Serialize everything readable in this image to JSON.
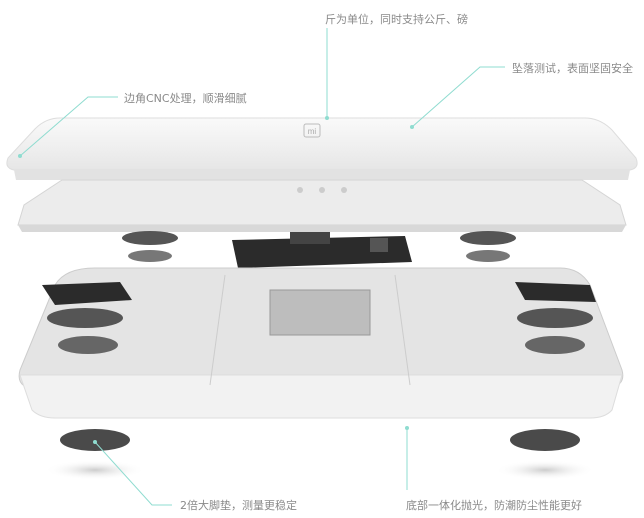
{
  "callouts": {
    "unit": "斤为单位，同时支持公斤、磅",
    "drop_test": "坠落测试，表面坚固安全",
    "cnc_edges": "边角CNC处理，顺滑细腻",
    "feet": "2倍大脚垫，测量更稳定",
    "bottom": "底部一体化抛光，防潮防尘性能更好"
  },
  "colors": {
    "callout_line": "#8fdcd0",
    "text": "#8a8a8a",
    "plate": "#f4f4f4",
    "dark_parts": "#2b2b2b"
  },
  "logo": "mi"
}
